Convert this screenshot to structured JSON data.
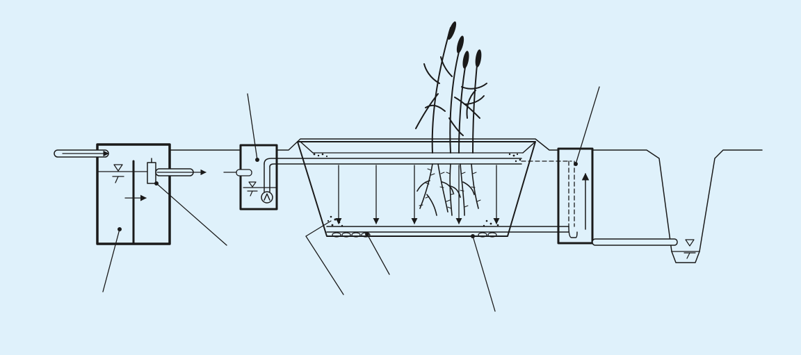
{
  "diagram": {
    "colors": {
      "background": "#dff1fb",
      "ink": "#1a1a1a",
      "fill": "#dff1fb",
      "white": "#ffffff"
    },
    "components": [
      "settling-tank",
      "pump-shaft",
      "planted-bed",
      "common-reed-plants",
      "drainage-pipe",
      "level-control-shaft",
      "receiving-water"
    ],
    "icons": [
      "water-level-icon",
      "pump-icon",
      "flow-arrow-icon"
    ]
  }
}
